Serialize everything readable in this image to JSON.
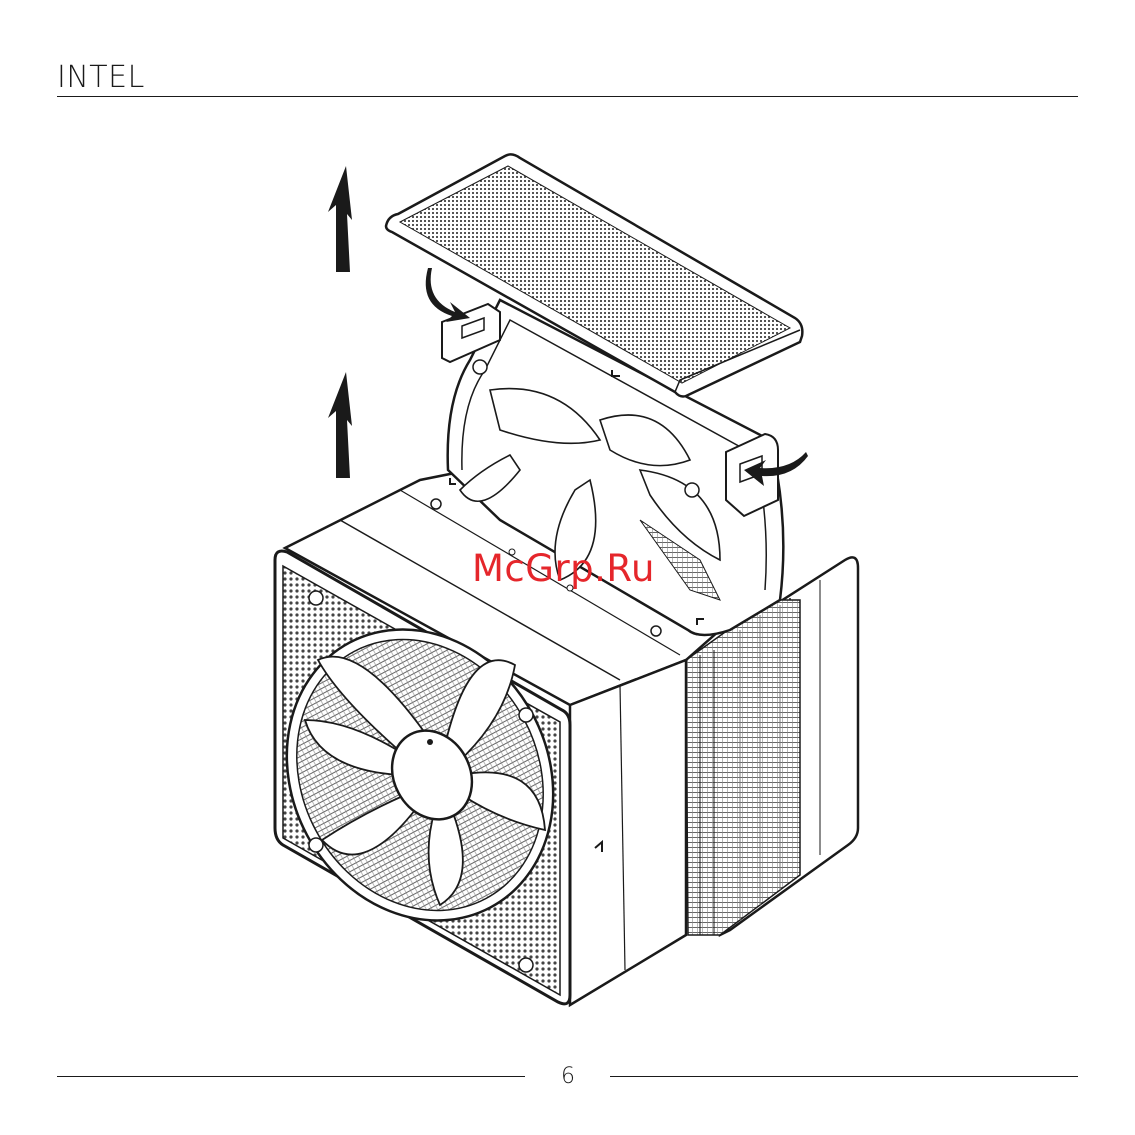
{
  "header": {
    "section_title": "INTEL"
  },
  "illustration": {
    "watermark": "McGrp.Ru",
    "arrows": [
      "up-arrow-icon",
      "up-arrow-icon",
      "curved-arrow-icon",
      "curved-arrow-icon"
    ]
  },
  "footer": {
    "page_number": "6"
  },
  "colors": {
    "text": "#1a1a1a",
    "watermark": "#e5262b",
    "mesh": "#555555",
    "line": "#1a1a1a"
  }
}
